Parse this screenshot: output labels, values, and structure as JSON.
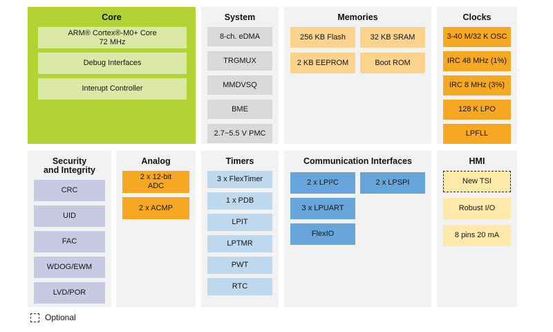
{
  "panels": {
    "core": {
      "title": "Core",
      "blocks": [
        {
          "label": "ARM® Cortex®-M0+ Core\n72 MHz"
        },
        {
          "label": "Debug Interfaces"
        },
        {
          "label": "Interupt Controller"
        }
      ]
    },
    "system": {
      "title": "System",
      "blocks": [
        {
          "label": "8-ch. eDMA"
        },
        {
          "label": "TRGMUX"
        },
        {
          "label": "MMDVSQ"
        },
        {
          "label": "BME"
        },
        {
          "label": "2.7~5.5 V PMC"
        }
      ]
    },
    "memories": {
      "title": "Memories",
      "blocks": [
        {
          "label": "256 KB Flash"
        },
        {
          "label": "32 KB SRAM"
        },
        {
          "label": "2 KB EEPROM"
        },
        {
          "label": "Boot ROM"
        }
      ]
    },
    "clocks": {
      "title": "Clocks",
      "blocks": [
        {
          "label": "3-40 M/32 K OSC"
        },
        {
          "label": "IRC 48 MHz (1%)"
        },
        {
          "label": "IRC 8 MHz (3%)"
        },
        {
          "label": "128 K LPO"
        },
        {
          "label": "LPFLL"
        }
      ]
    },
    "security": {
      "title": "Security\nand Integrity",
      "blocks": [
        {
          "label": "CRC"
        },
        {
          "label": "UID"
        },
        {
          "label": "FAC"
        },
        {
          "label": "WDOG/EWM"
        },
        {
          "label": "LVD/POR"
        }
      ]
    },
    "analog": {
      "title": "Analog",
      "blocks": [
        {
          "label": "2 x 12-bit\nADC"
        },
        {
          "label": "2 x ACMP"
        }
      ]
    },
    "timers": {
      "title": "Timers",
      "blocks": [
        {
          "label": "3 x FlexTimer"
        },
        {
          "label": "1 x PDB"
        },
        {
          "label": "LPIT"
        },
        {
          "label": "LPTMR"
        },
        {
          "label": "PWT"
        },
        {
          "label": "RTC"
        }
      ]
    },
    "comm": {
      "title": "Communication Interfaces",
      "blocks": [
        {
          "label": "2 x LPI²C"
        },
        {
          "label": "2 x LPSPI"
        },
        {
          "label": "3 x LPUART"
        },
        {
          "label": "FlexIO"
        }
      ]
    },
    "hmi": {
      "title": "HMI",
      "blocks": [
        {
          "label": "New TSI",
          "optional": true
        },
        {
          "label": "Robust I/O"
        },
        {
          "label": "8 pins 20 mA"
        }
      ]
    }
  },
  "legend": {
    "optional_label": "Optional"
  },
  "colors": {
    "core_panel": "#b3d234",
    "core_block": "#dce8a6",
    "panel_background": "#f2f2f2",
    "system_block": "#d9d9d9",
    "memories_block": "#fbd38d",
    "clocks_block": "#f7a823",
    "security_block": "#c8cae4",
    "analog_block": "#f7a823",
    "timers_block": "#bed8ee",
    "comm_block": "#68a5da",
    "hmi_block": "#fdeaaa"
  }
}
